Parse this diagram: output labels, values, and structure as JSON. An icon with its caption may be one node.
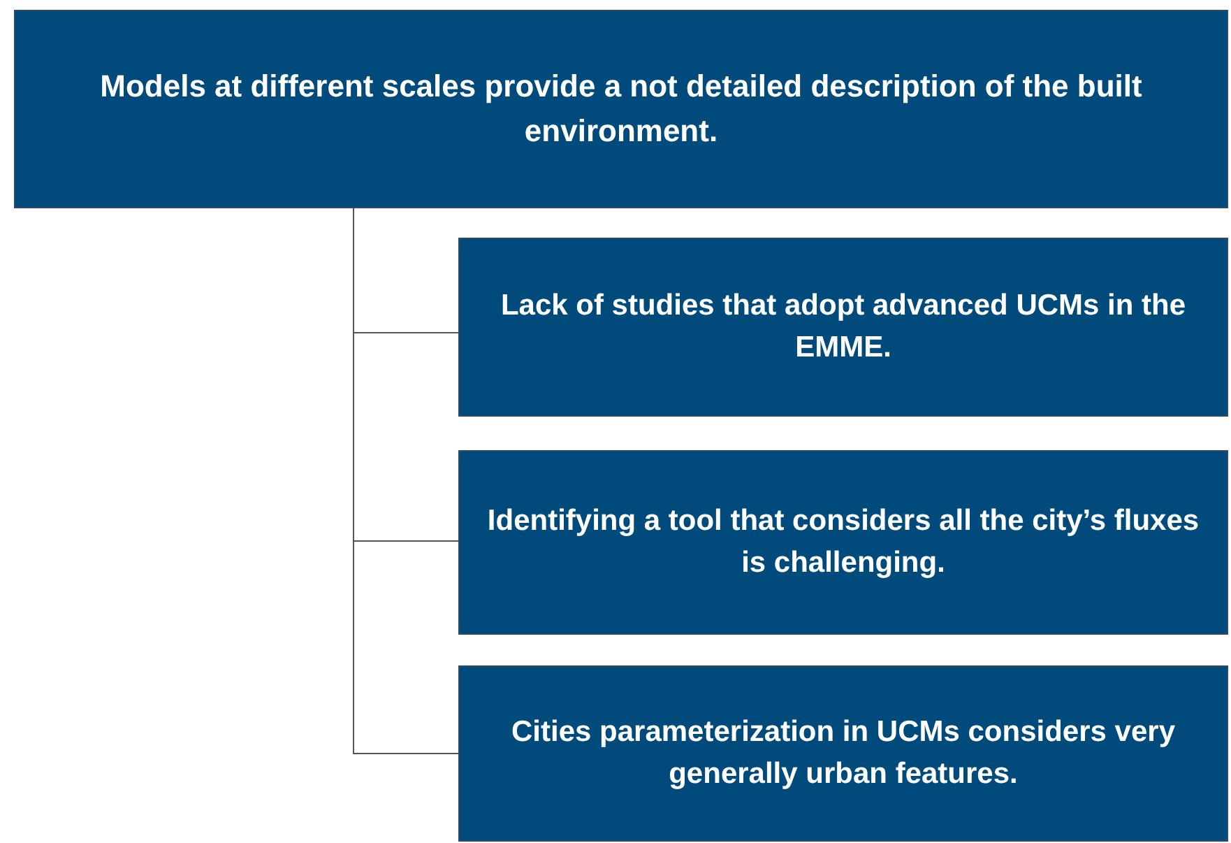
{
  "diagram": {
    "nodes": [
      {
        "text": [
          "Models at different scales provide a not detailed description of the built environment."
        ]
      },
      {
        "text": [
          "Lack of studies that adopt advanced UCMs in the EMME."
        ]
      },
      {
        "text": [
          "Identifying a tool that considers all the city’s fluxes is challenging."
        ]
      },
      {
        "text": [
          "Cities parameterization in UCMs considers very generally urban features."
        ]
      }
    ],
    "edges": [
      {
        "from": 0,
        "to": 1,
        "arrow": "none"
      },
      {
        "from": 0,
        "to": 2,
        "arrow": "none"
      },
      {
        "from": 0,
        "to": 3,
        "arrow": "none"
      }
    ]
  }
}
